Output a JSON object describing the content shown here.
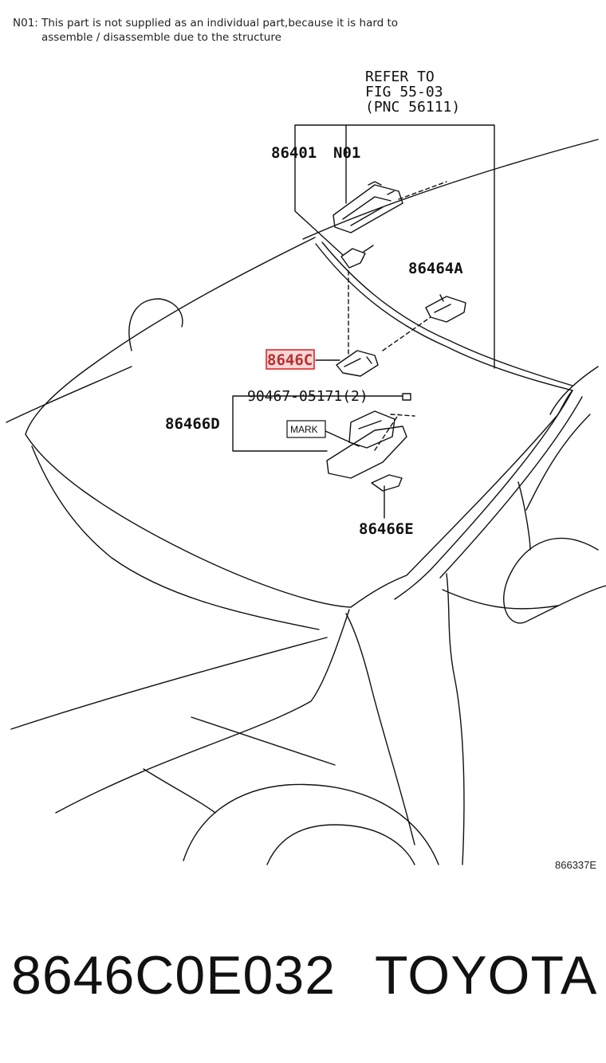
{
  "note": {
    "line1": "N01: This part is not supplied as an individual part,because it is hard to",
    "line2": "assemble / disassemble due to the structure"
  },
  "refer": {
    "line1": "REFER TO",
    "line2": "FIG 55-03",
    "line3": "(PNC 56111)"
  },
  "labels": {
    "p86401": "86401",
    "n01": "N01",
    "p86464a": "86464A",
    "p8646c": "8646C",
    "bolt": "90467-05171(2)",
    "p86466d": "86466D",
    "mark": "MARK",
    "p86466e": "86466E"
  },
  "diagram_code": "866337E",
  "footer": {
    "part_number": "8646C0E032",
    "brand": "TOYOTA"
  },
  "colors": {
    "highlight": "#e0282a",
    "highlight_fill": "#f7d6d6",
    "line": "#111111"
  }
}
